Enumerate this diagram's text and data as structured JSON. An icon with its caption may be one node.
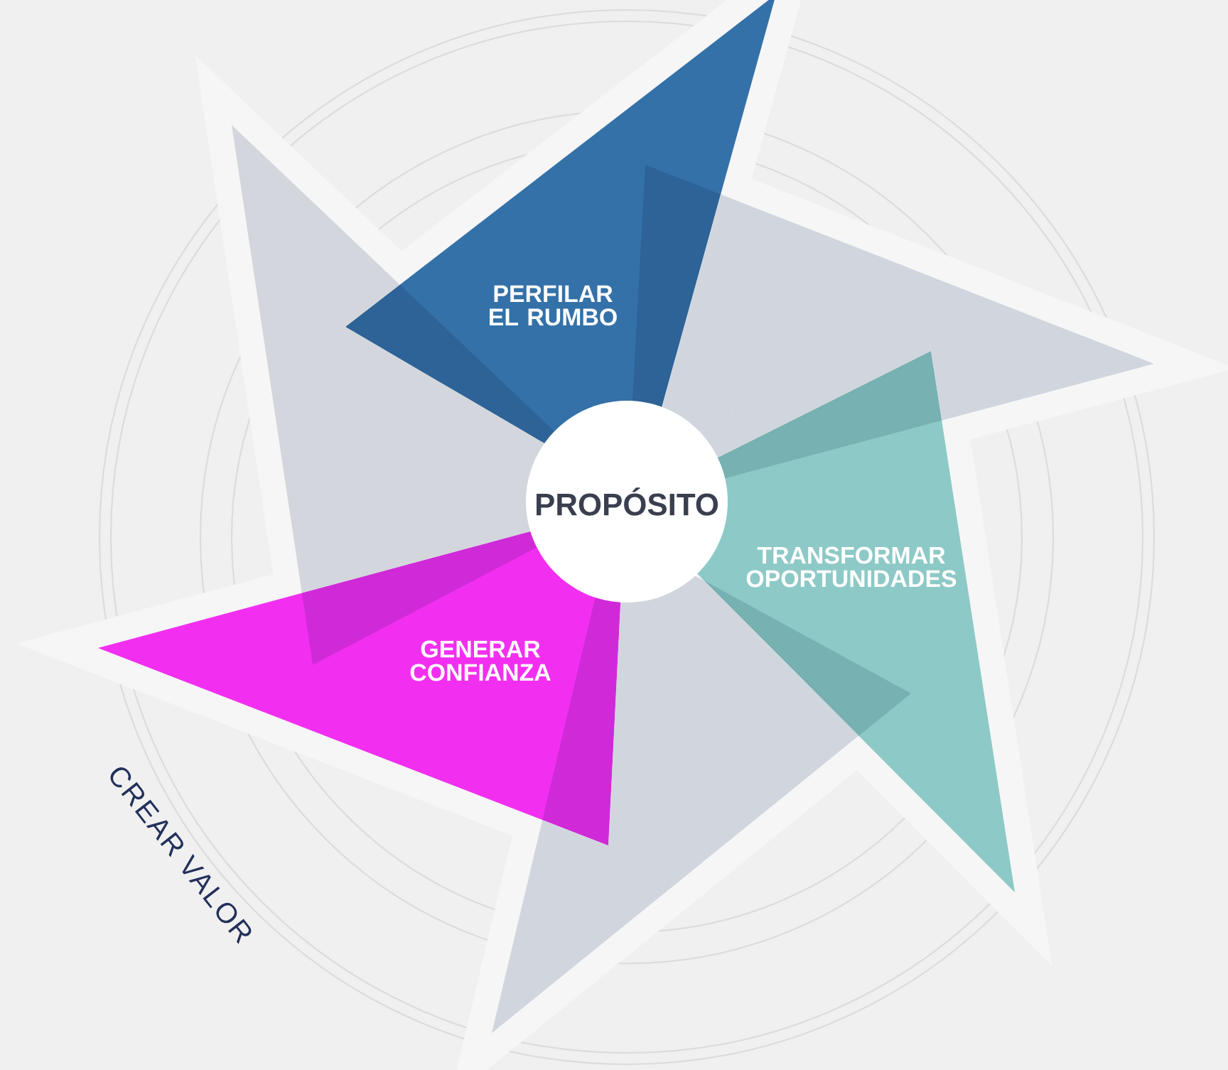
{
  "diagram": {
    "nodes": [
      {
        "text": [
          "PERFILAR EL RUMBO"
        ]
      },
      {
        "text": [
          "PROPÓSITO"
        ]
      },
      {
        "text": [
          "TRANSFORMAR OPORTUNIDADES"
        ]
      },
      {
        "text": [
          "GENERAR CONFIANZA"
        ]
      },
      {
        "text": [],
        "shape": "triangle"
      },
      {
        "text": [],
        "shape": "triangle"
      },
      {
        "text": [],
        "shape": "triangle"
      }
    ],
    "labels": [
      "CREAR VALOR"
    ]
  }
}
